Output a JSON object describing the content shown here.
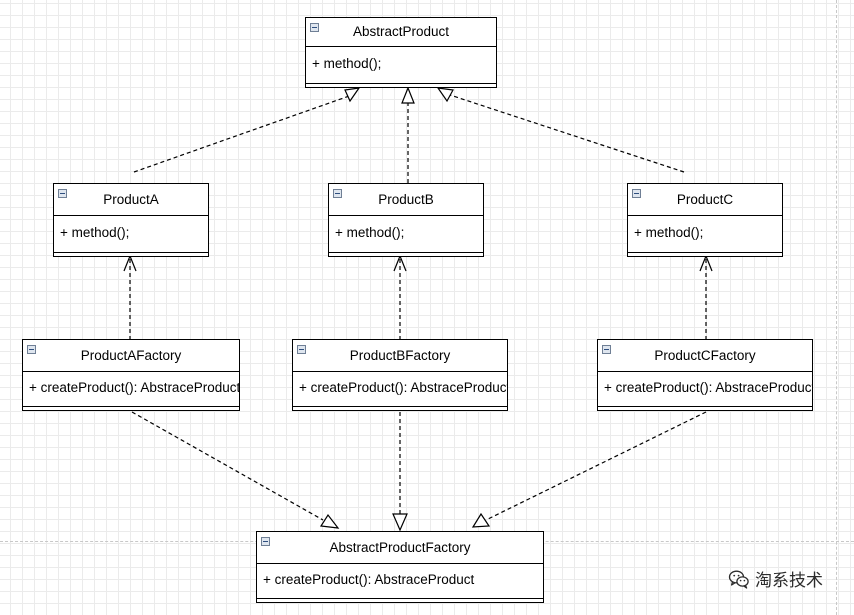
{
  "classes": {
    "abstract_product": {
      "name": "AbstractProduct",
      "members": [
        "+ method();"
      ]
    },
    "product_a": {
      "name": "ProductA",
      "members": [
        "+ method();"
      ]
    },
    "product_b": {
      "name": "ProductB",
      "members": [
        "+ method();"
      ]
    },
    "product_c": {
      "name": "ProductC",
      "members": [
        "+ method();"
      ]
    },
    "product_a_factory": {
      "name": "ProductAFactory",
      "members": [
        "+ createProduct(): AbstraceProduct"
      ]
    },
    "product_b_factory": {
      "name": "ProductBFactory",
      "members": [
        "+ createProduct(): AbstraceProduct"
      ]
    },
    "product_c_factory": {
      "name": "ProductCFactory",
      "members": [
        "+ createProduct(): AbstraceProduct"
      ]
    },
    "abstract_product_factory": {
      "name": "AbstractProductFactory",
      "members": [
        "+ createProduct(): AbstraceProduct"
      ]
    }
  },
  "relations": [
    {
      "from": "ProductA",
      "to": "AbstractProduct",
      "type": "realization"
    },
    {
      "from": "ProductB",
      "to": "AbstractProduct",
      "type": "realization"
    },
    {
      "from": "ProductC",
      "to": "AbstractProduct",
      "type": "realization"
    },
    {
      "from": "ProductAFactory",
      "to": "ProductA",
      "type": "dependency"
    },
    {
      "from": "ProductBFactory",
      "to": "ProductB",
      "type": "dependency"
    },
    {
      "from": "ProductCFactory",
      "to": "ProductC",
      "type": "dependency"
    },
    {
      "from": "ProductAFactory",
      "to": "AbstractProductFactory",
      "type": "realization"
    },
    {
      "from": "ProductBFactory",
      "to": "AbstractProductFactory",
      "type": "realization"
    },
    {
      "from": "ProductCFactory",
      "to": "AbstractProductFactory",
      "type": "realization"
    }
  ],
  "watermark": {
    "text": "淘系技术",
    "icon": "wechat-icon"
  }
}
